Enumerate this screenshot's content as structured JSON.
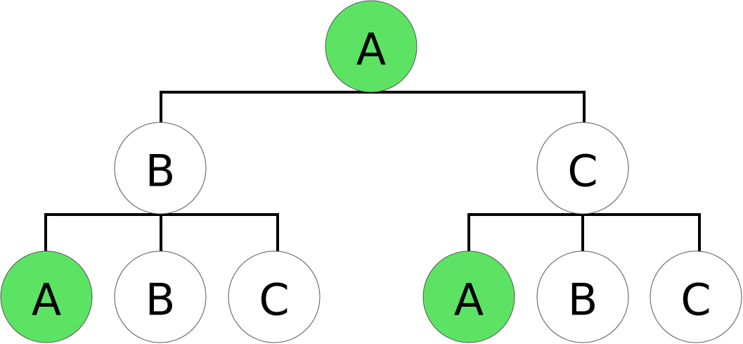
{
  "colors": {
    "highlight": "#5ce364",
    "plain": "#ffffff",
    "line": "#000000"
  },
  "tree": {
    "root": {
      "label": "A",
      "highlighted": true
    },
    "level1": [
      {
        "label": "B",
        "highlighted": false
      },
      {
        "label": "C",
        "highlighted": false
      }
    ],
    "level2": [
      {
        "label": "A",
        "highlighted": true
      },
      {
        "label": "B",
        "highlighted": false
      },
      {
        "label": "C",
        "highlighted": false
      },
      {
        "label": "A",
        "highlighted": true
      },
      {
        "label": "B",
        "highlighted": false
      },
      {
        "label": "C",
        "highlighted": false
      }
    ]
  }
}
